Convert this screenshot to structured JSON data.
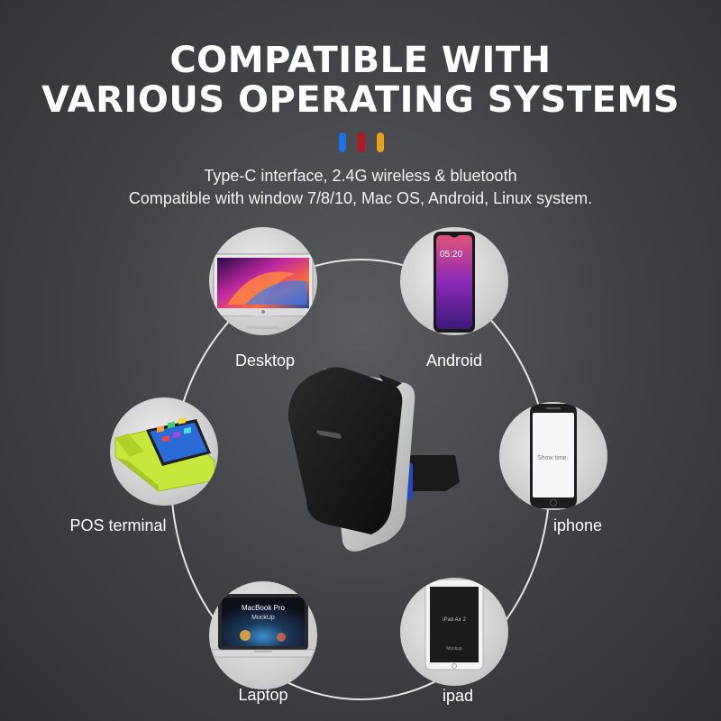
{
  "heading": {
    "line1": "COMPATIBLE WITH",
    "line2": "VARIOUS OPERATING SYSTEMS"
  },
  "accent_colors": [
    "#1f6fe5",
    "#b5161b",
    "#e8a21a"
  ],
  "subtitle": {
    "line1": "Type-C interface, 2.4G wireless & bluetooth",
    "line2": "Compatible with window 7/8/10, Mac OS, Android, Linux system."
  },
  "devices": {
    "desktop": {
      "label": "Desktop",
      "icon": "desktop-monitor-icon"
    },
    "android": {
      "label": "Android",
      "icon": "android-phone-icon",
      "screen_time": "05:20"
    },
    "iphone": {
      "label": "iphone",
      "icon": "iphone-icon",
      "screen_text": "Show time."
    },
    "pos": {
      "label": "POS terminal",
      "icon": "pos-terminal-icon"
    },
    "laptop": {
      "label": "Laptop",
      "icon": "laptop-icon",
      "screen_line1": "MacBook Pro",
      "screen_line2": "MockUp"
    },
    "ipad": {
      "label": "ipad",
      "icon": "ipad-icon",
      "screen_line1": "iPad Air 2",
      "screen_line2": "Mockup"
    }
  },
  "product": {
    "icon": "ring-barcode-scanner-icon"
  }
}
